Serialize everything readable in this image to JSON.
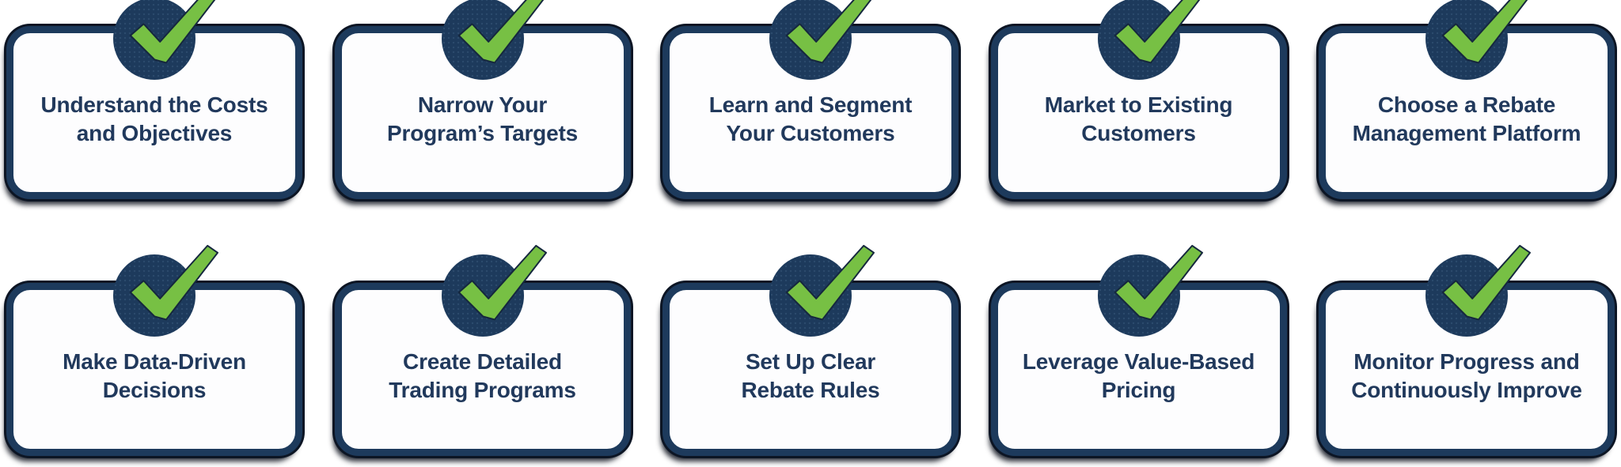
{
  "colors": {
    "navy": "#1d3a5c",
    "navy_deep": "#0c1524",
    "green": "#77c044",
    "card_bg": "#fdfdfe",
    "text": "#21395c"
  },
  "icon": {
    "name": "checkmark-icon",
    "circle_color": "#1d3a5c",
    "check_color": "#77c044"
  },
  "steps": [
    {
      "label": "Understand the Costs and Objectives",
      "lines": [
        "Understand the Costs",
        "and Objectives"
      ]
    },
    {
      "label": "Narrow Your Program’s Targets",
      "lines": [
        "Narrow Your",
        "Program’s Targets"
      ]
    },
    {
      "label": "Learn and Segment Your Customers",
      "lines": [
        "Learn and Segment",
        "Your Customers"
      ]
    },
    {
      "label": "Market to Existing Customers",
      "lines": [
        "Market to Existing",
        "Customers"
      ]
    },
    {
      "label": "Choose a Rebate Management Platform",
      "lines": [
        "Choose a Rebate",
        "Management Platform"
      ]
    },
    {
      "label": "Make Data-Driven Decisions",
      "lines": [
        "Make Data-Driven",
        "Decisions"
      ]
    },
    {
      "label": "Create Detailed Trading Programs",
      "lines": [
        "Create Detailed",
        "Trading Programs"
      ]
    },
    {
      "label": "Set Up Clear Rebate Rules",
      "lines": [
        "Set Up Clear",
        "Rebate Rules"
      ]
    },
    {
      "label": "Leverage Value-Based Pricing",
      "lines": [
        "Leverage Value-Based",
        "Pricing"
      ]
    },
    {
      "label": "Monitor Progress and Continuously Improve",
      "lines": [
        "Monitor Progress and",
        "Continuously Improve"
      ]
    }
  ]
}
